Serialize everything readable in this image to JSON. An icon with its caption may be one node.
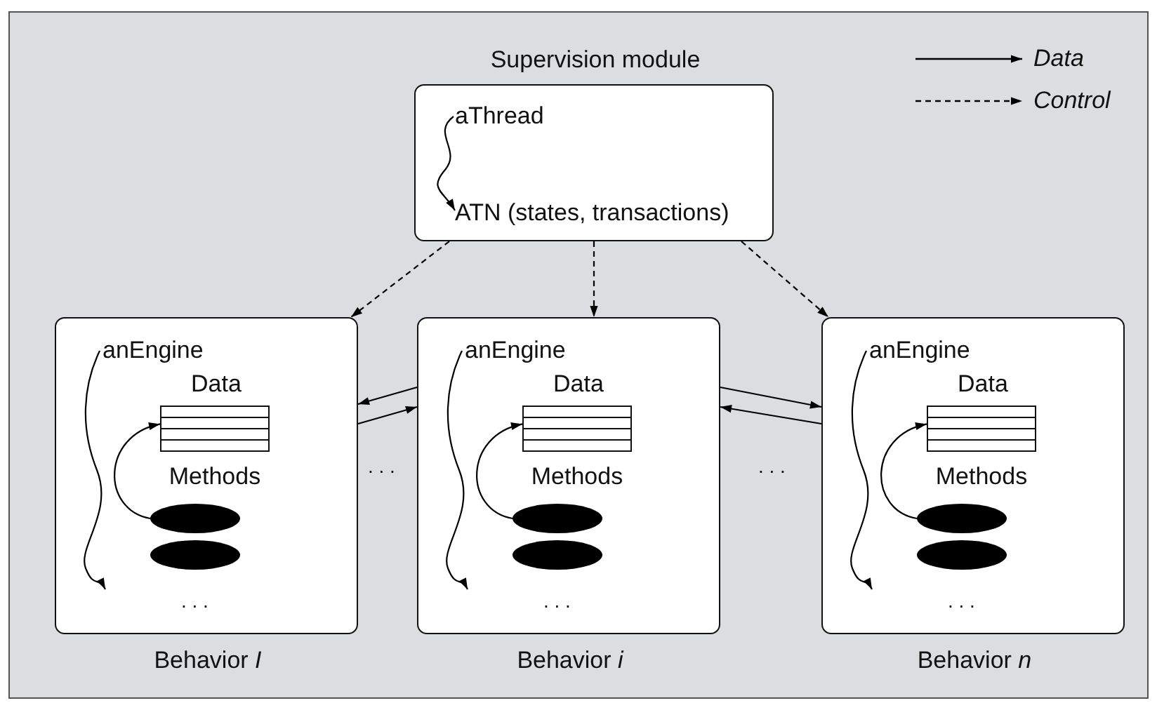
{
  "diagram": {
    "nodes": [
      {
        "text": [
          "Supervision module"
        ]
      },
      {
        "text": [
          "aThread"
        ],
        "in": 0
      },
      {
        "text": [
          "ATN (states, transactions)"
        ],
        "in": 0
      },
      {
        "text": [
          "Behavior *I*"
        ]
      },
      {
        "text": [
          "anEngine"
        ],
        "in": 3
      },
      {
        "text": [
          "Data"
        ],
        "in": 3
      },
      {
        "text": [],
        "shape": "ellipse",
        "beside": [
          "Methods"
        ],
        "in": 3
      },
      {
        "text": [],
        "shape": "ellipse",
        "in": 3
      },
      {
        "text": [
          "Behavior *i*"
        ]
      },
      {
        "text": [
          "anEngine"
        ],
        "in": 8
      },
      {
        "text": [
          "Data"
        ],
        "in": 8
      },
      {
        "text": [],
        "shape": "ellipse",
        "beside": [
          "Methods"
        ],
        "in": 8
      },
      {
        "text": [],
        "shape": "ellipse",
        "in": 8
      },
      {
        "text": [
          "Behavior *n*"
        ]
      },
      {
        "text": [
          "anEngine"
        ],
        "in": 13
      },
      {
        "text": [
          "Data"
        ],
        "in": 13
      },
      {
        "text": [],
        "shape": "ellipse",
        "beside": [
          "Methods"
        ],
        "in": 13
      },
      {
        "text": [],
        "shape": "ellipse",
        "in": 13
      }
    ],
    "edges": [
      {
        "from": 1,
        "to": 2,
        "arrow": "to"
      },
      {
        "from": 0,
        "to": 3,
        "arrow": "to",
        "style": "dashed"
      },
      {
        "from": 0,
        "to": 8,
        "arrow": "to",
        "style": "dashed"
      },
      {
        "from": 0,
        "to": 13,
        "arrow": "to",
        "style": "dashed"
      },
      {
        "from": 4,
        "to": null,
        "arrow": "to"
      },
      {
        "from": 6,
        "to": 5,
        "arrow": "to"
      },
      {
        "from": 9,
        "to": null,
        "arrow": "to"
      },
      {
        "from": 11,
        "to": 10,
        "arrow": "to"
      },
      {
        "from": 14,
        "to": null,
        "arrow": "to"
      },
      {
        "from": 16,
        "to": 15,
        "arrow": "to"
      },
      {
        "from": 8,
        "to": 3,
        "arrow": "to"
      },
      {
        "from": 3,
        "to": 8,
        "arrow": "to"
      },
      {
        "from": 8,
        "to": 13,
        "arrow": "to"
      },
      {
        "from": 13,
        "to": 8,
        "arrow": "to"
      }
    ],
    "labels": [
      ". . .",
      ". . .",
      ". . .",
      ". . .",
      ". . ."
    ],
    "legend": [
      {
        "text": "Data"
      },
      {
        "text": "Control"
      }
    ]
  }
}
